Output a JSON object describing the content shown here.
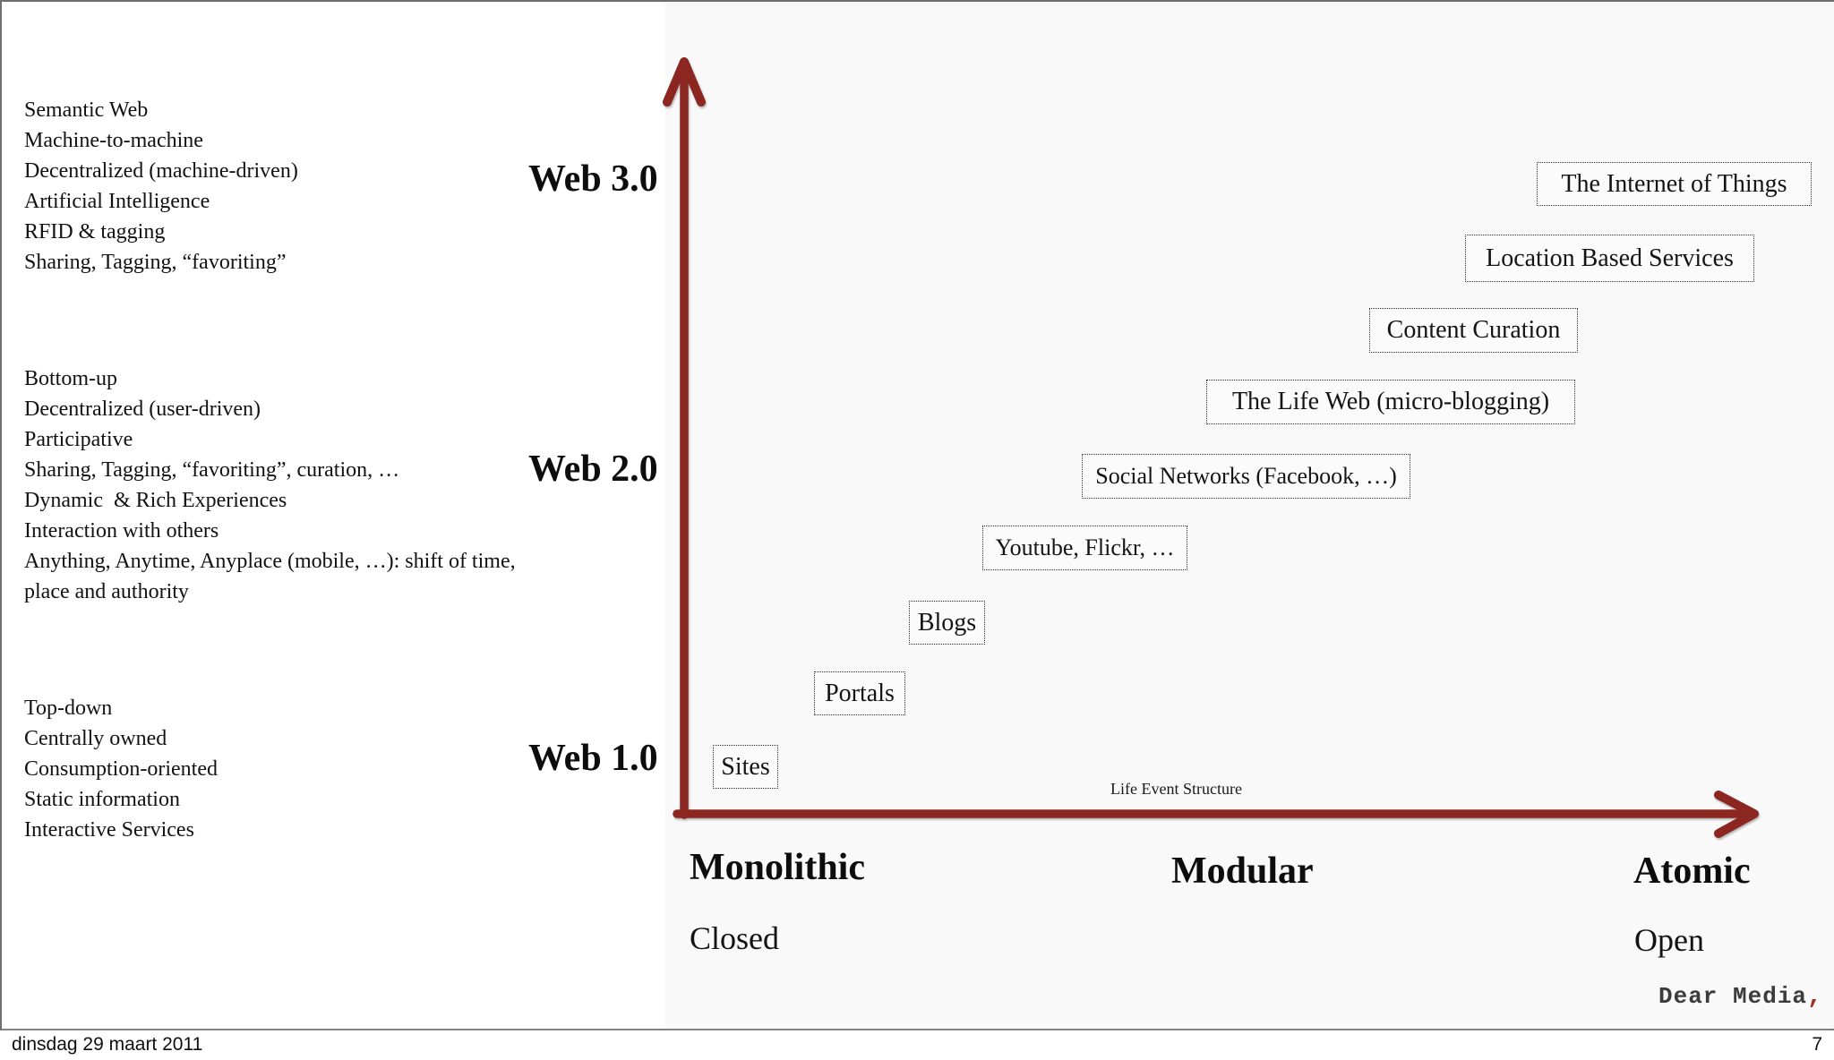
{
  "colors": {
    "axis": "#8b2720",
    "frame": "#6e6e6e",
    "brand_comma": "#a42b1e"
  },
  "levels": [
    {
      "label": "Web 3.0",
      "traits": [
        "Semantic Web",
        "Machine-to-machine",
        "Decentralized (machine-driven)",
        "Artificial Intelligence",
        "RFID & tagging",
        "Sharing, Tagging, “favoriting”"
      ]
    },
    {
      "label": "Web 2.0",
      "traits": [
        "Bottom-up",
        "Decentralized (user-driven)",
        "Participative",
        "Sharing, Tagging, “favoriting”, curation, …",
        "Dynamic  & Rich Experiences",
        "Interaction with others",
        "Anything, Anytime, Anyplace (mobile, …): shift of time, place and authority"
      ]
    },
    {
      "label": "Web 1.0",
      "traits": [
        "Top-down",
        "Centrally owned",
        "Consumption-oriented",
        "Static information",
        "Interactive Services"
      ]
    }
  ],
  "boxes": [
    {
      "label": "Sites"
    },
    {
      "label": "Portals"
    },
    {
      "label": "Blogs"
    },
    {
      "label": "Youtube, Flickr, …"
    },
    {
      "label": "Social Networks (Facebook, …)"
    },
    {
      "label": "The Life Web (micro-blogging)"
    },
    {
      "label": "Content Curation"
    },
    {
      "label": "Location Based Services"
    },
    {
      "label": "The Internet of Things"
    }
  ],
  "x_axis": {
    "left": "Monolithic",
    "middle": "Modular",
    "right": "Atomic",
    "left_sub": "Closed",
    "right_sub": "Open",
    "note": "Life Event Structure"
  },
  "brand": {
    "name": "Dear Media",
    "comma": ","
  },
  "footer": {
    "date": "dinsdag 29 maart 2011",
    "page": "7"
  }
}
